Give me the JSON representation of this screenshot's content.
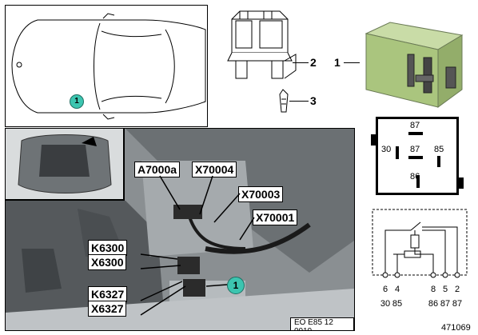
{
  "car_panel": {
    "badge": "1"
  },
  "parts": {
    "item1": "1",
    "item2": "2",
    "item3": "3"
  },
  "callouts": {
    "a7000a": "A7000a",
    "x70004": "X70004",
    "x70003": "X70003",
    "x70001": "X70001",
    "k6300": "K6300",
    "x6300": "X6300",
    "k6327": "K6327",
    "x6327": "X6327",
    "badge": "1"
  },
  "relay_face": {
    "top": "87",
    "left": "30",
    "center": "87",
    "right": "85",
    "bottom": "86"
  },
  "schematic": {
    "pins": [
      "6",
      "4",
      "8",
      "5",
      "2"
    ],
    "terminals": [
      "30",
      "85",
      "86",
      "87",
      "87"
    ]
  },
  "photo_code": "EO E85 12 0019",
  "figure_number": "471069"
}
